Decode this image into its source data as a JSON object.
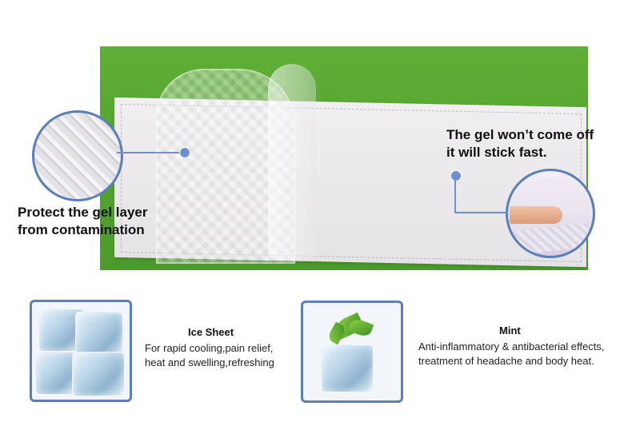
{
  "callouts": {
    "left": {
      "line1": "Protect the gel layer",
      "line2": "from contamination"
    },
    "right": {
      "line1": "The gel won’t come off",
      "line2": "it will stick fast."
    }
  },
  "features": [
    {
      "title": "Ice Sheet",
      "desc_line1": "For rapid cooling,pain relief,",
      "desc_line2": "heat and swelling,refreshing",
      "icon": "ice-cubes-icon"
    },
    {
      "title": "Mint",
      "desc_line1": "Anti-inflammatory & antibacterial effects,",
      "desc_line2": "treatment of headache and body heat.",
      "icon": "mint-ice-icon"
    }
  ],
  "colors": {
    "accent": "#5b7fb8",
    "pointer": "#6d8fd0",
    "background_green": "#56a531"
  }
}
